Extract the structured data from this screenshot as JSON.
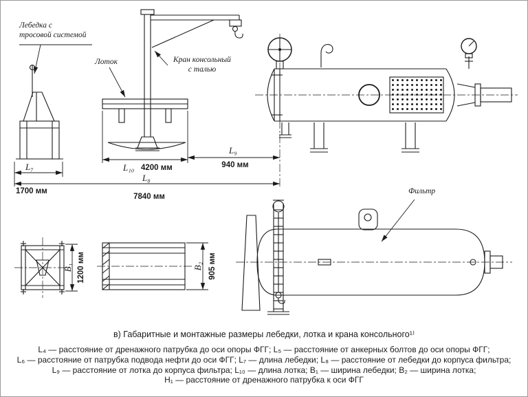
{
  "figure": {
    "caption": "в) Габаритные и монтажные размеры лебедки, лотка и крана консольного¹⁾",
    "legend_lines": [
      "L₄ — расстояние от дренажного патрубка до оси опоры ФГГ; L₅ — расстояние от анкерных болтов до оси опоры ФГГ;",
      "L₆ — расстояние от патрубка подвода нефти до оси ФГГ; L₇ — длина лебедки; L₈ — расстояние от лебедки до корпуса фильтра;",
      "L₉ — расстояние от лотка до корпуса фильтра; L₁₀ — длина лотка; B₁ — ширина лебедки; B₂ — ширина лотка;",
      "H₁ — расстояние от дренажного патрубка к оси ФГГ"
    ]
  },
  "labels": {
    "winch": "Лебедка с\nтросовой системой",
    "tray": "Лоток",
    "crane": "Кран консольный\nс талью",
    "filter": "Фильтр"
  },
  "dimensions": {
    "L7": {
      "symbol": "L₇",
      "value": "1700 мм"
    },
    "L8": {
      "symbol": "L₈",
      "value": "7840 мм"
    },
    "L9": {
      "symbol": "L₉",
      "value": "940 мм"
    },
    "L10": {
      "symbol": "L₁₀",
      "value": "4200 мм"
    },
    "B1": {
      "symbol": "B₁",
      "value": "1200 мм"
    },
    "B2": {
      "symbol": "B₂",
      "value": "905 мм"
    }
  },
  "colors": {
    "ink": "#1a1a1a",
    "background": "#ffffff"
  }
}
